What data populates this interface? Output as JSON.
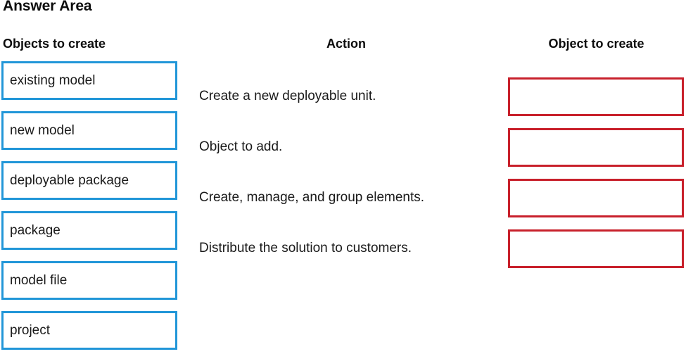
{
  "page": {
    "title": "Answer Area",
    "accent_blue": "#2196D8",
    "accent_red": "#C8202B",
    "background": "#FFFFFF"
  },
  "headers": {
    "left": "Objects to create",
    "middle": "Action",
    "right": "Object to create"
  },
  "source_items": [
    {
      "label": "existing model"
    },
    {
      "label": "new model"
    },
    {
      "label": "deployable package"
    },
    {
      "label": "package"
    },
    {
      "label": "model file"
    },
    {
      "label": "project"
    }
  ],
  "action_rows": [
    {
      "action": "Create a new deployable unit.",
      "answer": ""
    },
    {
      "action": "Object to add.",
      "answer": ""
    },
    {
      "action": "Create, manage, and group elements.",
      "answer": ""
    },
    {
      "action": "Distribute the solution to customers.",
      "answer": ""
    }
  ]
}
